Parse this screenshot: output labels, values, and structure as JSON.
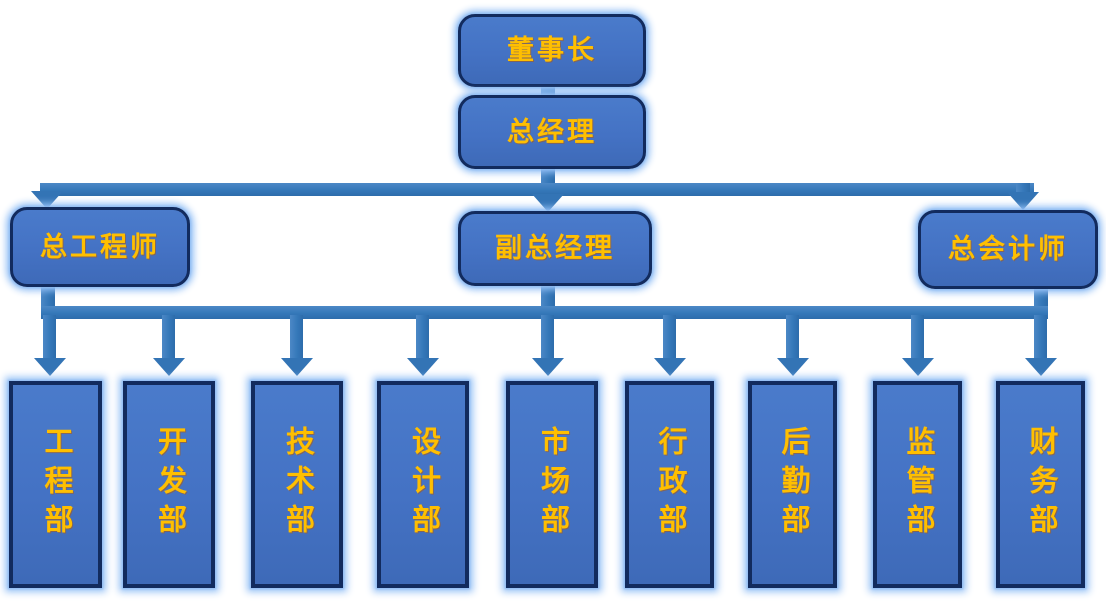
{
  "diagram": {
    "type": "org-chart",
    "levels": {
      "chairman": "董事长",
      "general_manager": "总经理",
      "executives": [
        "总工程师",
        "副总经理",
        "总会计师"
      ],
      "departments": [
        "工程部",
        "开发部",
        "技术部",
        "设计部",
        "市场部",
        "行政部",
        "后勤部",
        "监管部",
        "财务部"
      ]
    },
    "colors": {
      "node_fill": "#4472c4",
      "node_border": "#122b5e",
      "node_glow": "#a8cbf2",
      "connector": "#3578b9",
      "label_text": "#ffbf00"
    }
  }
}
